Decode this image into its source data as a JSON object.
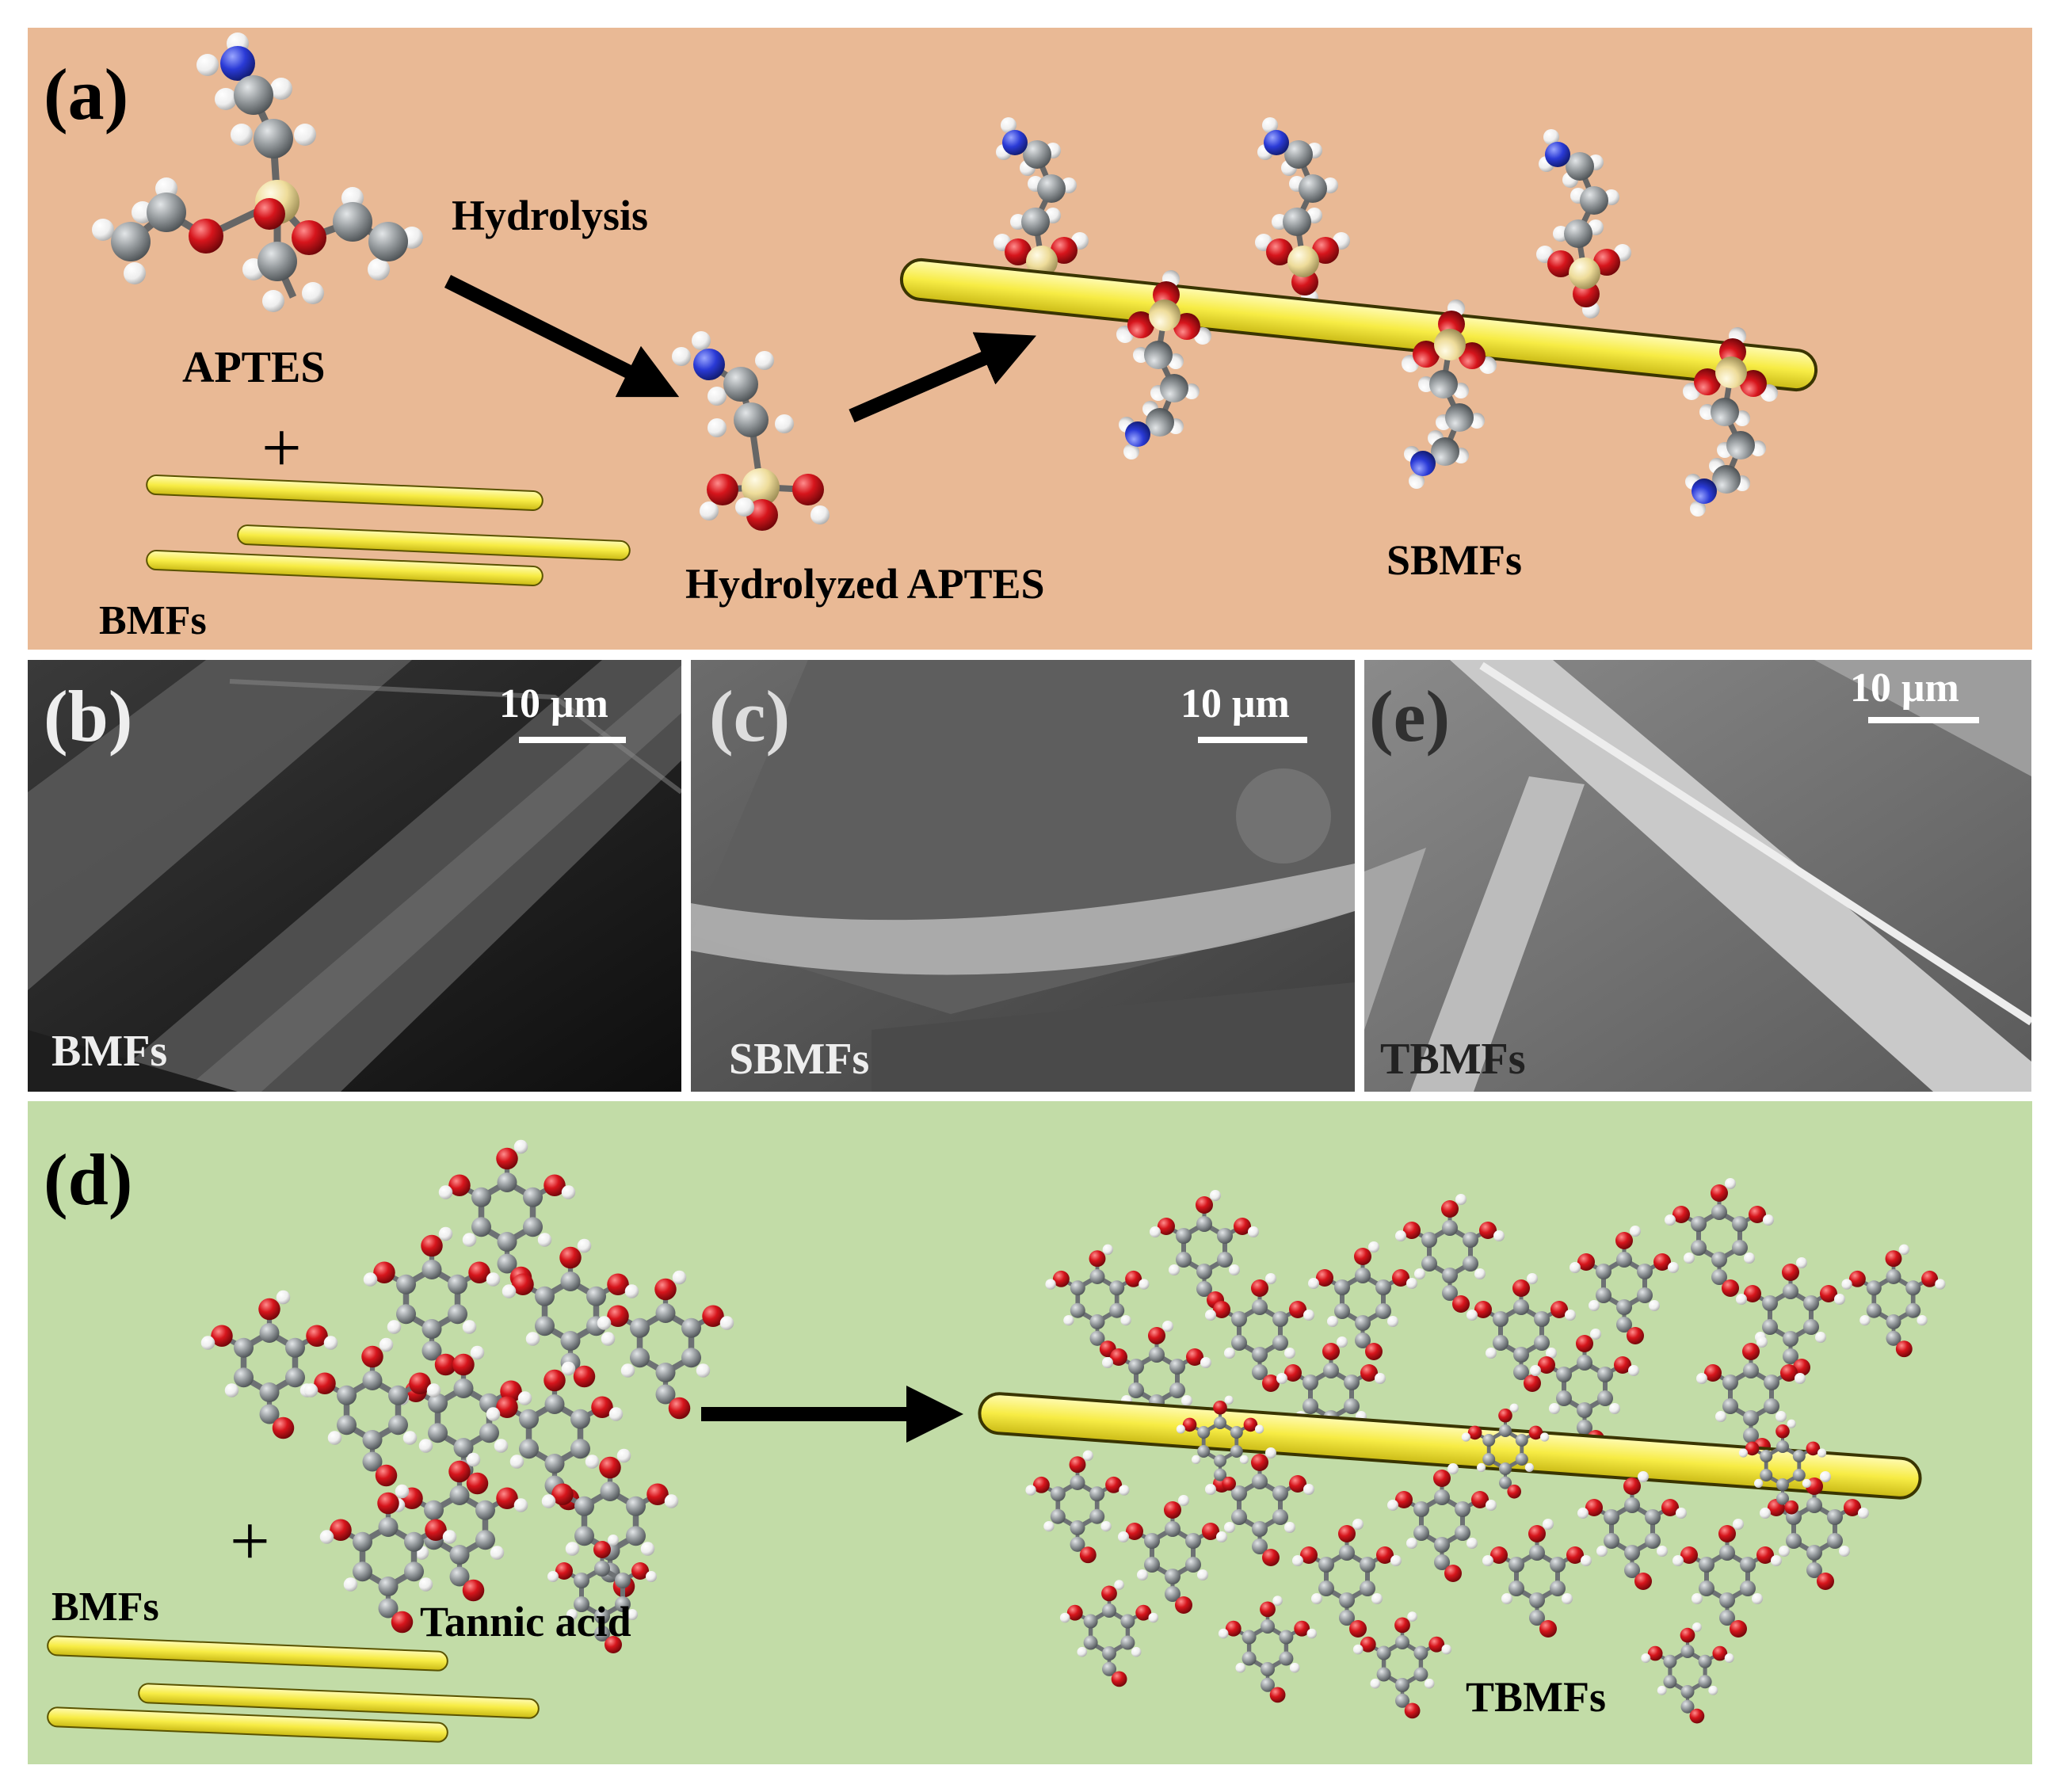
{
  "panel_a": {
    "label": "(a)",
    "step_label": "Hydrolysis",
    "reactant_label": "APTES",
    "plus": "+",
    "fiber_label": "BMFs",
    "intermediate_label": "Hydrolyzed APTES",
    "product_label": "SBMFs",
    "background": "#e9b995"
  },
  "sem": {
    "b": {
      "label": "(b)",
      "scale": "10 μm",
      "caption": "BMFs"
    },
    "c": {
      "label": "(c)",
      "scale": "10 μm",
      "caption": "SBMFs"
    },
    "e": {
      "label": "(e)",
      "scale": "10 μm",
      "caption": "TBMFs"
    }
  },
  "panel_d": {
    "label": "(d)",
    "plus": "+",
    "fiber_label": "BMFs",
    "reactant_label": "Tannic acid",
    "product_label": "TBMFs",
    "background": "#c2dca7"
  },
  "atom_colors": {
    "carbon": "#8f9496",
    "hydrogen": "#f4f4f4",
    "oxygen": "#d0161c",
    "nitrogen": "#2a3ad6",
    "silicon": "#eedc9a",
    "fiber": "#f7ec45"
  }
}
